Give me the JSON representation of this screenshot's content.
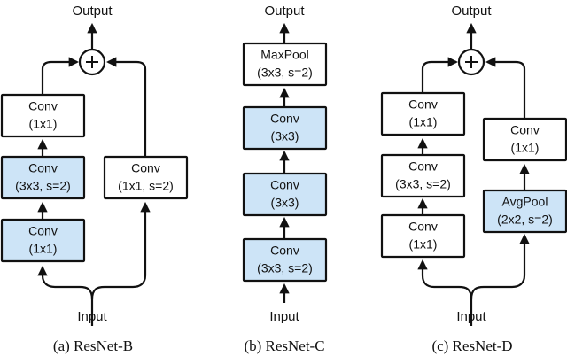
{
  "figure": {
    "title": "ResNet downsampling block variants",
    "colors": {
      "highlight_fill": "#cde4f7",
      "plain_fill": "#ffffff",
      "stroke": "#111111",
      "background": "#ffffff"
    }
  },
  "panels": [
    {
      "id": "a",
      "caption": "(a) ResNet-B",
      "input_label": "Input",
      "output_label": "Output",
      "merge_symbol": "+",
      "blocks": [
        {
          "key": "a_main_3",
          "line1": "Conv",
          "line2": "(1x1)",
          "highlighted": false,
          "branch": "main",
          "order": 3
        },
        {
          "key": "a_main_2",
          "line1": "Conv",
          "line2": "(3x3, s=2)",
          "highlighted": true,
          "branch": "main",
          "order": 2
        },
        {
          "key": "a_main_1",
          "line1": "Conv",
          "line2": "(1x1)",
          "highlighted": true,
          "branch": "main",
          "order": 1
        },
        {
          "key": "a_skip_1",
          "line1": "Conv",
          "line2": "(1x1, s=2)",
          "highlighted": false,
          "branch": "shortcut",
          "order": 1
        }
      ]
    },
    {
      "id": "b",
      "caption": "(b) ResNet-C",
      "input_label": "Input",
      "output_label": "Output",
      "merge_symbol": "",
      "blocks": [
        {
          "key": "b_4",
          "line1": "MaxPool",
          "line2": "(3x3, s=2)",
          "highlighted": false,
          "branch": "main",
          "order": 4
        },
        {
          "key": "b_3",
          "line1": "Conv",
          "line2": "(3x3)",
          "highlighted": true,
          "branch": "main",
          "order": 3
        },
        {
          "key": "b_2",
          "line1": "Conv",
          "line2": "(3x3)",
          "highlighted": true,
          "branch": "main",
          "order": 2
        },
        {
          "key": "b_1",
          "line1": "Conv",
          "line2": "(3x3, s=2)",
          "highlighted": true,
          "branch": "main",
          "order": 1
        }
      ]
    },
    {
      "id": "c",
      "caption": "(c) ResNet-D",
      "input_label": "Input",
      "output_label": "Output",
      "merge_symbol": "+",
      "blocks": [
        {
          "key": "c_main_3",
          "line1": "Conv",
          "line2": "(1x1)",
          "highlighted": false,
          "branch": "main",
          "order": 3
        },
        {
          "key": "c_main_2",
          "line1": "Conv",
          "line2": "(3x3, s=2)",
          "highlighted": false,
          "branch": "main",
          "order": 2
        },
        {
          "key": "c_main_1",
          "line1": "Conv",
          "line2": "(1x1)",
          "highlighted": false,
          "branch": "main",
          "order": 1
        },
        {
          "key": "c_skip_2",
          "line1": "Conv",
          "line2": "(1x1)",
          "highlighted": false,
          "branch": "shortcut",
          "order": 2
        },
        {
          "key": "c_skip_1",
          "line1": "AvgPool",
          "line2": "(2x2, s=2)",
          "highlighted": true,
          "branch": "shortcut",
          "order": 1
        }
      ]
    }
  ],
  "labels": {
    "a_out": "Output",
    "a_in": "Input",
    "a_plus": "+",
    "a_caption": "(a) ResNet-B",
    "b_out": "Output",
    "b_in": "Input",
    "b_caption": "(b) ResNet-C",
    "c_out": "Output",
    "c_in": "Input",
    "c_plus": "+",
    "c_caption": "(c) ResNet-D",
    "a_b3_l1": "Conv",
    "a_b3_l2": "(1x1)",
    "a_b2_l1": "Conv",
    "a_b2_l2": "(3x3, s=2)",
    "a_b1_l1": "Conv",
    "a_b1_l2": "(1x1)",
    "a_s1_l1": "Conv",
    "a_s1_l2": "(1x1, s=2)",
    "b_b4_l1": "MaxPool",
    "b_b4_l2": "(3x3, s=2)",
    "b_b3_l1": "Conv",
    "b_b3_l2": "(3x3)",
    "b_b2_l1": "Conv",
    "b_b2_l2": "(3x3)",
    "b_b1_l1": "Conv",
    "b_b1_l2": "(3x3, s=2)",
    "c_b3_l1": "Conv",
    "c_b3_l2": "(1x1)",
    "c_b2_l1": "Conv",
    "c_b2_l2": "(3x3, s=2)",
    "c_b1_l1": "Conv",
    "c_b1_l2": "(1x1)",
    "c_s2_l1": "Conv",
    "c_s2_l2": "(1x1)",
    "c_s1_l1": "AvgPool",
    "c_s1_l2": "(2x2, s=2)"
  }
}
